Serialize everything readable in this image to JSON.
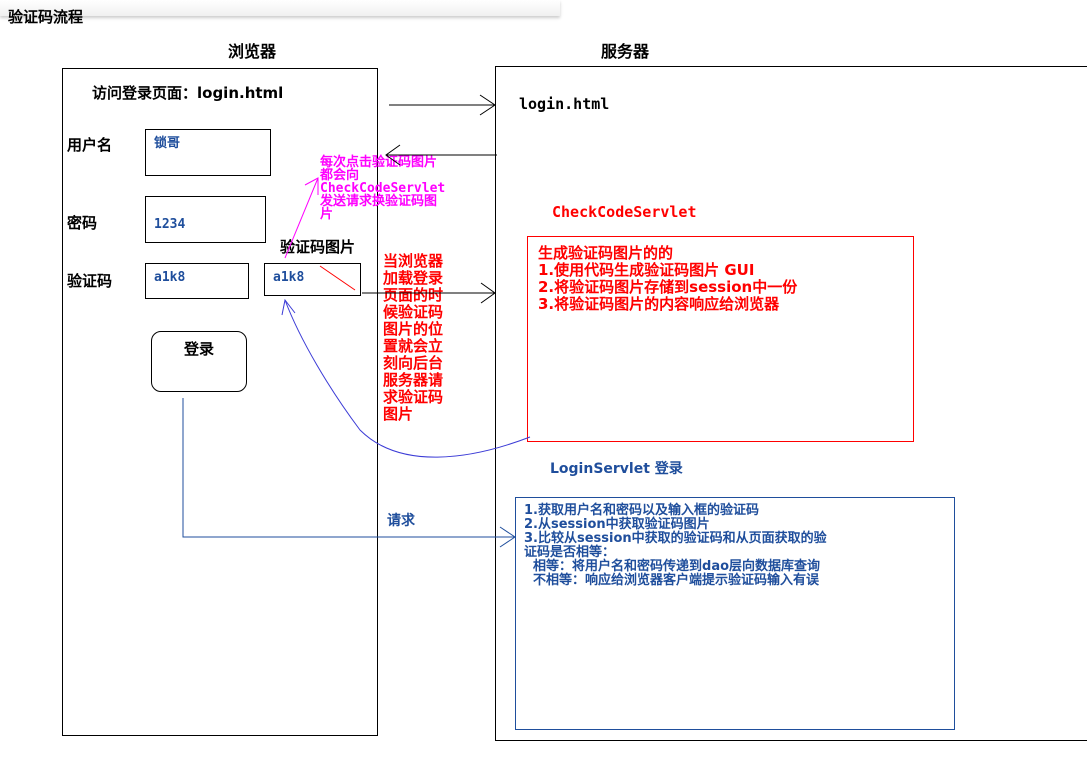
{
  "title": "验证码流程",
  "headings": {
    "browser": "浏览器",
    "server": "服务器"
  },
  "browser": {
    "visit_login": "访问登录页面：login.html",
    "username_label": "用户名",
    "username_value": "锁哥",
    "password_label": "密码",
    "password_value": "1234",
    "captcha_label": "验证码",
    "captcha_value": "a1k8",
    "captcha_image_text": "a1k8",
    "captcha_image_label": "验证码图片",
    "login_button": "登录"
  },
  "notes": {
    "magenta": [
      "每次点击验证码图片",
      "都会向",
      "CheckCodeServlet",
      "发送请求换验证码图",
      "片"
    ],
    "red": [
      "当浏览器",
      "加载登录",
      "页面的时",
      "候验证码",
      "图片的位",
      "置就会立",
      "刻向后台",
      "服务器请",
      "求验证码",
      "图片"
    ],
    "request": "请求"
  },
  "server": {
    "login_html": "login.html",
    "checkcode_title": "CheckCodeServlet",
    "checkcode_lines": [
      "生成验证码图片的的",
      "1.使用代码生成验证码图片 GUI",
      "2.将验证码图片存储到session中一份",
      "3.将验证码图片的内容响应给浏览器"
    ],
    "loginservlet_title": "LoginServlet 登录",
    "loginservlet_lines": [
      "1.获取用户名和密码以及输入框的验证码",
      "2.从session中获取验证码图片",
      "3.比较从session中获取的验证码和从页面获取的验",
      "证码是否相等：",
      "  相等：将用户名和密码传递到dao层向数据库查询",
      "  不相等：响应给浏览器客户端提示验证码输入有误"
    ]
  },
  "colors": {
    "magenta": "#ff00ff",
    "red": "#ff0000",
    "blue": "#1f4e9c",
    "curve_blue": "#3b3bd6"
  }
}
